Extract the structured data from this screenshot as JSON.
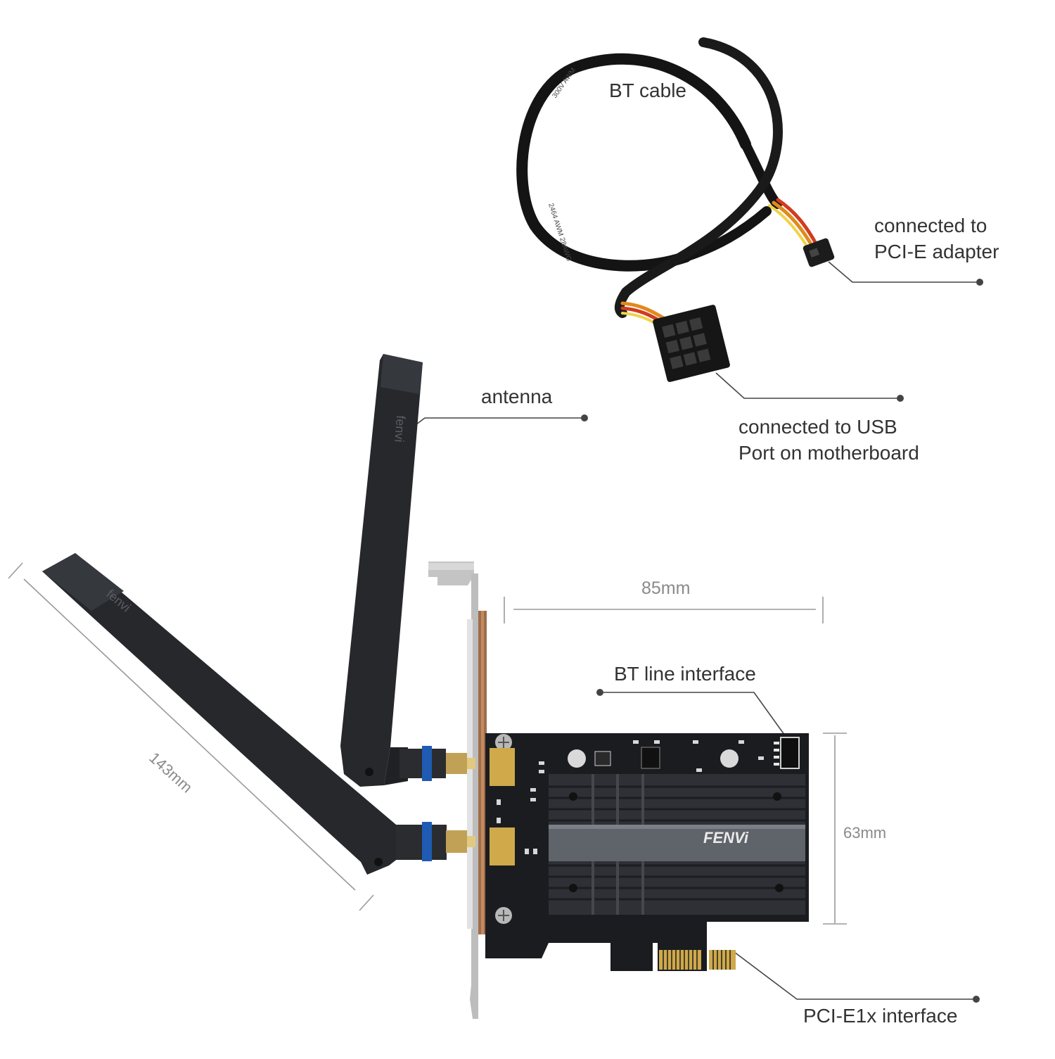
{
  "labels": {
    "bt_cable": "BT cable",
    "pcie_adapter": [
      "connected to",
      "PCI-E adapter"
    ],
    "usb_port": [
      "connected to USB",
      "Port on motherboard"
    ],
    "antenna": "antenna",
    "bt_line": "BT line interface",
    "pcie_1x": "PCI-E1x interface"
  },
  "dimensions": {
    "width": "85mm",
    "height": "63mm",
    "antenna_length": "143mm"
  },
  "brand": {
    "card_logo": "FENVi",
    "antenna_logo": "fenvi"
  },
  "colors": {
    "pcb": "#1b1c20",
    "heatsink": "#2e3035",
    "heatsink_band": "#5f646b",
    "antenna": "#26282c",
    "bracket": "#c9c9c9",
    "gold": "#cfa94a",
    "leader": "#444444"
  }
}
